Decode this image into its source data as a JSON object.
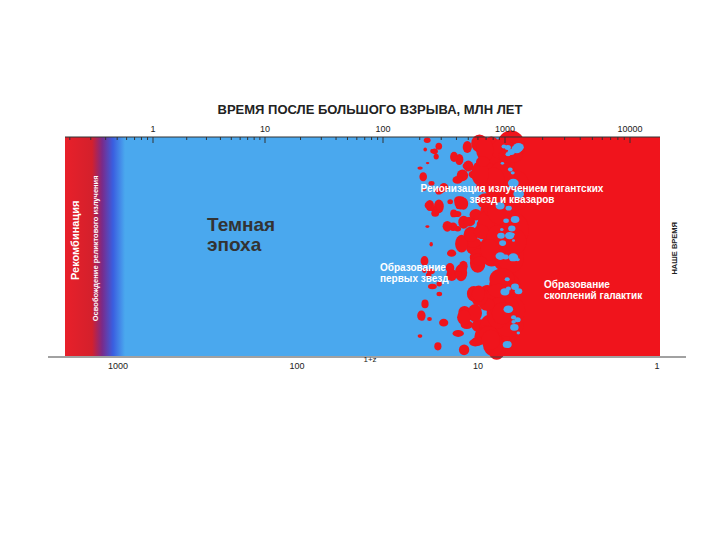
{
  "diagram": {
    "title": "ВРЕМЯ ПОСЛЕ БОЛЬШОГО ВЗРЫВА, МЛН ЛЕТ",
    "labels": [
      "1",
      "10",
      "100",
      "1000",
      "10000",
      "Рекомбинация",
      "Освобождение реликтового излучения",
      "Темная эпоха",
      "Реионизация излучением гигантских звезд и квазаров",
      "Образование первых звезд",
      "Образование скоплений галактик",
      "НАШЕ ВРЕМЯ",
      "1000",
      "100",
      "1+z",
      "10",
      "1"
    ]
  }
}
